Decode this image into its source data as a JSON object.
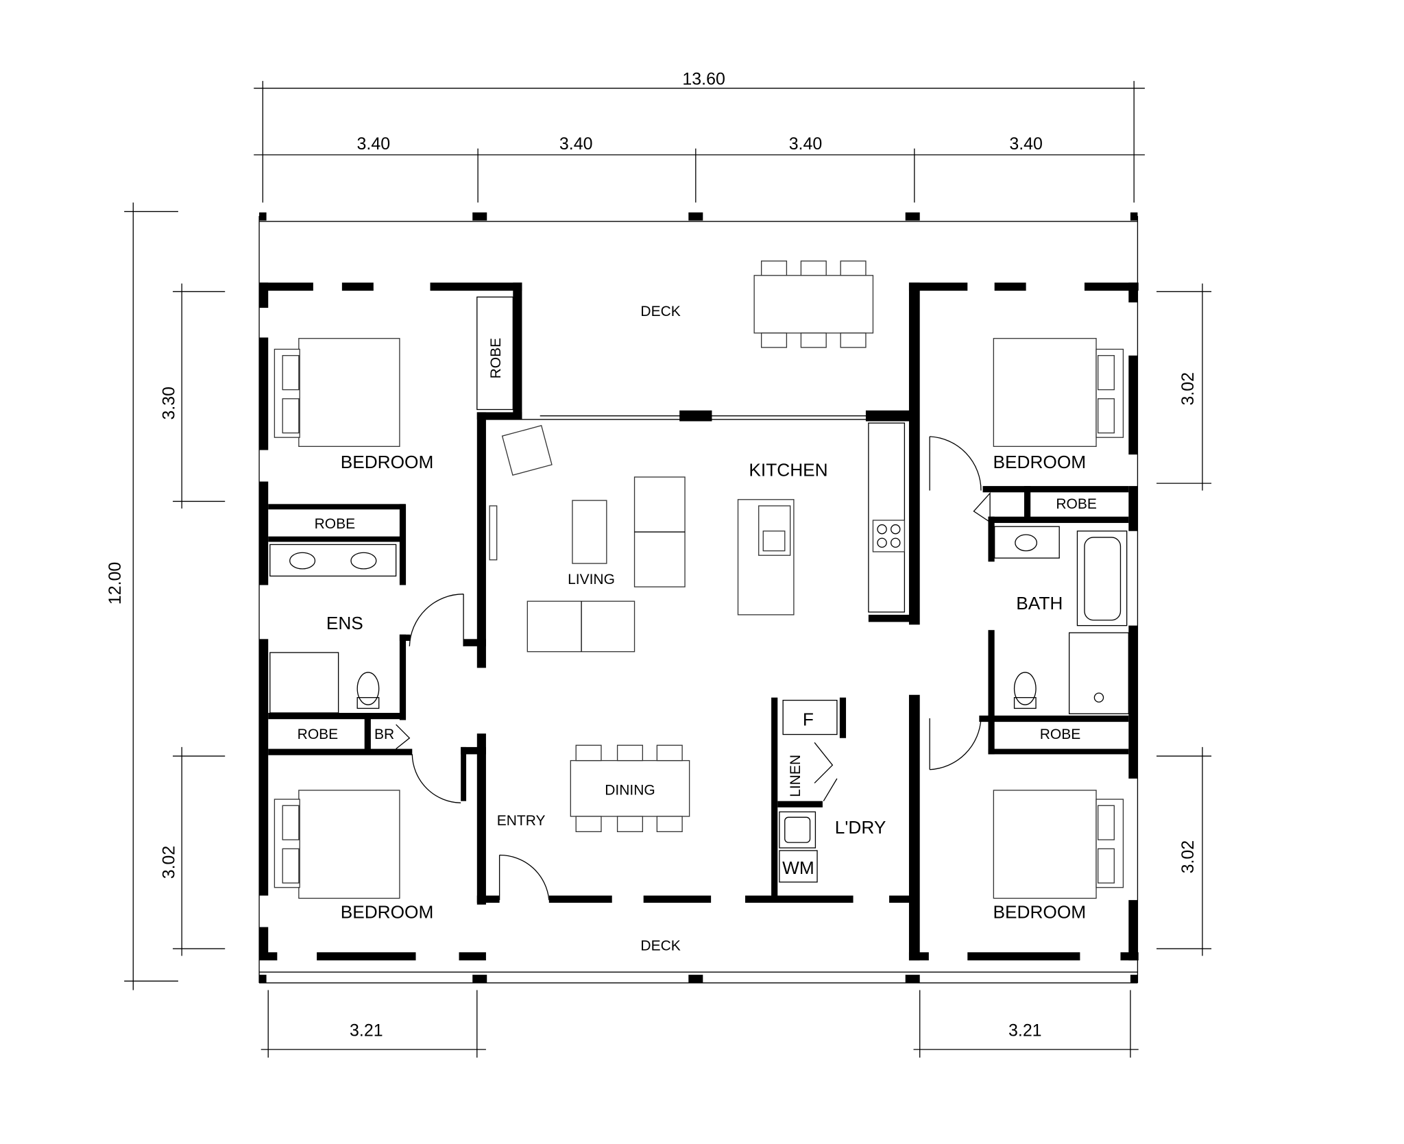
{
  "dimensions": {
    "overall_width": "13.60",
    "bay_widths": [
      "3.40",
      "3.40",
      "3.40",
      "3.40"
    ],
    "overall_depth": "12.00",
    "left_top": "3.30",
    "left_bottom": "3.02",
    "right_top": "3.02",
    "right_bottom": "3.02",
    "bottom_left": "3.21",
    "bottom_right": "3.21"
  },
  "rooms": {
    "deck_top": "DECK",
    "deck_bottom": "DECK",
    "bedroom_tl": "BEDROOM",
    "bedroom_bl": "BEDROOM",
    "bedroom_tr": "BEDROOM",
    "bedroom_br": "BEDROOM",
    "robe_tl_vertical": "ROBE",
    "robe_tl": "ROBE",
    "robe_bl": "ROBE",
    "robe_tr": "ROBE",
    "robe_br": "ROBE",
    "br": "BR",
    "ens": "ENS",
    "living": "LIVING",
    "kitchen": "KITCHEN",
    "dining": "DINING",
    "entry": "ENTRY",
    "linen": "LINEN",
    "fridge": "F",
    "laundry": "L'DRY",
    "washing_machine": "WM",
    "bath": "BATH"
  },
  "colors": {
    "walls": "#000000",
    "lines": "#000000",
    "background": "#ffffff"
  }
}
